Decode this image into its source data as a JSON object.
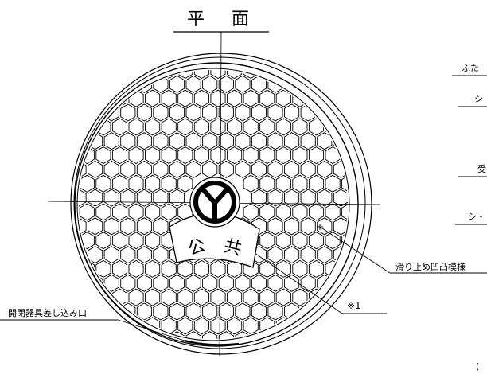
{
  "title": "平　面",
  "lid_text": {
    "char_left": "公",
    "char_right": "共"
  },
  "labels": {
    "futa": "ふた",
    "shi_1": "シ",
    "uke": "受",
    "shi_2": "シ・",
    "anti_slip": "滑り止め凹凸模様",
    "note_ref": "※1",
    "opener_slot": "開閉器具差し込み口",
    "edge_mark": "("
  },
  "colors": {
    "line": "#000000",
    "background": "#ffffff"
  }
}
